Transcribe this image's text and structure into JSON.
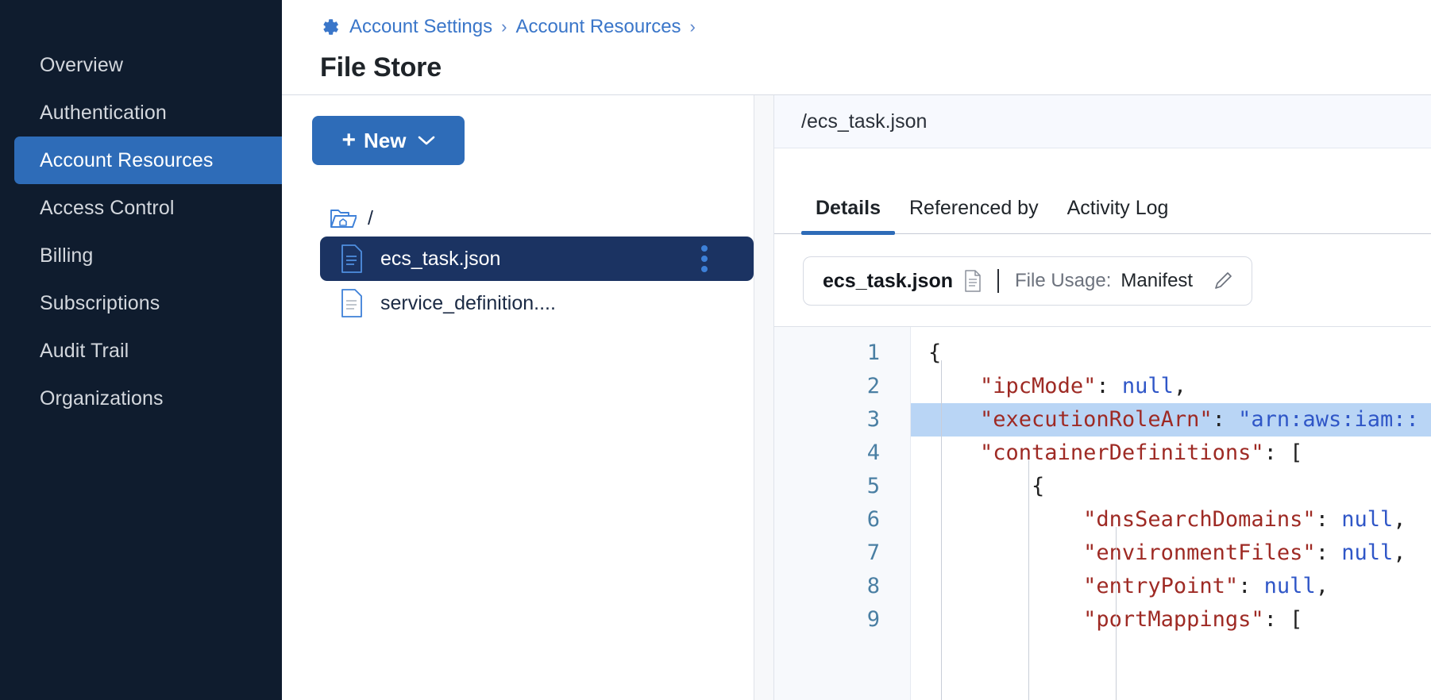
{
  "sidebar": {
    "items": [
      {
        "label": "Overview",
        "active": false
      },
      {
        "label": "Authentication",
        "active": false
      },
      {
        "label": "Account Resources",
        "active": true
      },
      {
        "label": "Access Control",
        "active": false
      },
      {
        "label": "Billing",
        "active": false
      },
      {
        "label": "Subscriptions",
        "active": false
      },
      {
        "label": "Audit Trail",
        "active": false
      },
      {
        "label": "Organizations",
        "active": false
      }
    ]
  },
  "header": {
    "gear_icon": "gear-icon",
    "breadcrumb": [
      "Account Settings",
      "Account Resources"
    ],
    "separator": "›",
    "title": "File Store"
  },
  "tree_panel": {
    "new_button": {
      "plus": "+",
      "label": "New",
      "chevron": "⌄"
    },
    "root_label": "/",
    "root_icon": "open-folder-home-icon",
    "files": [
      {
        "name": "ecs_task.json",
        "selected": true,
        "icon": "json-file-icon",
        "kebab": "kebab-menu-icon"
      },
      {
        "name": "service_definition....",
        "selected": false,
        "icon": "json-file-icon"
      }
    ]
  },
  "detail": {
    "path": "/ecs_task.json",
    "tabs": [
      {
        "label": "Details",
        "active": true
      },
      {
        "label": "Referenced by",
        "active": false
      },
      {
        "label": "Activity Log",
        "active": false
      }
    ],
    "usage_card": {
      "file_name": "ecs_task.json",
      "file_icon": "document-icon",
      "usage_label": "File Usage:",
      "usage_value": "Manifest",
      "edit_icon": "pencil-icon"
    },
    "editor": {
      "highlighted_line": 3,
      "lines": [
        {
          "n": "1",
          "indent": 0,
          "tokens": [
            {
              "t": "{",
              "c": "p"
            }
          ]
        },
        {
          "n": "2",
          "indent": 1,
          "tokens": [
            {
              "t": "\"ipcMode\"",
              "c": "k"
            },
            {
              "t": ": ",
              "c": "p"
            },
            {
              "t": "null",
              "c": "v"
            },
            {
              "t": ",",
              "c": "p"
            }
          ]
        },
        {
          "n": "3",
          "indent": 1,
          "tokens": [
            {
              "t": "\"executionRoleArn\"",
              "c": "k"
            },
            {
              "t": ": ",
              "c": "p"
            },
            {
              "t": "\"arn:aws:iam::",
              "c": "v"
            }
          ]
        },
        {
          "n": "4",
          "indent": 1,
          "tokens": [
            {
              "t": "\"containerDefinitions\"",
              "c": "k"
            },
            {
              "t": ": [",
              "c": "p"
            }
          ]
        },
        {
          "n": "5",
          "indent": 2,
          "tokens": [
            {
              "t": "{",
              "c": "p"
            }
          ]
        },
        {
          "n": "6",
          "indent": 3,
          "tokens": [
            {
              "t": "\"dnsSearchDomains\"",
              "c": "k"
            },
            {
              "t": ": ",
              "c": "p"
            },
            {
              "t": "null",
              "c": "v"
            },
            {
              "t": ",",
              "c": "p"
            }
          ]
        },
        {
          "n": "7",
          "indent": 3,
          "tokens": [
            {
              "t": "\"environmentFiles\"",
              "c": "k"
            },
            {
              "t": ": ",
              "c": "p"
            },
            {
              "t": "null",
              "c": "v"
            },
            {
              "t": ",",
              "c": "p"
            }
          ]
        },
        {
          "n": "8",
          "indent": 3,
          "tokens": [
            {
              "t": "\"entryPoint\"",
              "c": "k"
            },
            {
              "t": ": ",
              "c": "p"
            },
            {
              "t": "null",
              "c": "v"
            },
            {
              "t": ",",
              "c": "p"
            }
          ]
        },
        {
          "n": "9",
          "indent": 3,
          "tokens": [
            {
              "t": "\"portMappings\"",
              "c": "k"
            },
            {
              "t": ": [",
              "c": "p"
            }
          ]
        }
      ]
    }
  },
  "colors": {
    "sidebar_bg": "#0f1c2e",
    "accent_blue": "#2e6cb8",
    "selected_row": "#1b3362",
    "code_key": "#9e2a24",
    "code_value": "#2f56c7",
    "line_highlight": "#b9d5f5"
  }
}
